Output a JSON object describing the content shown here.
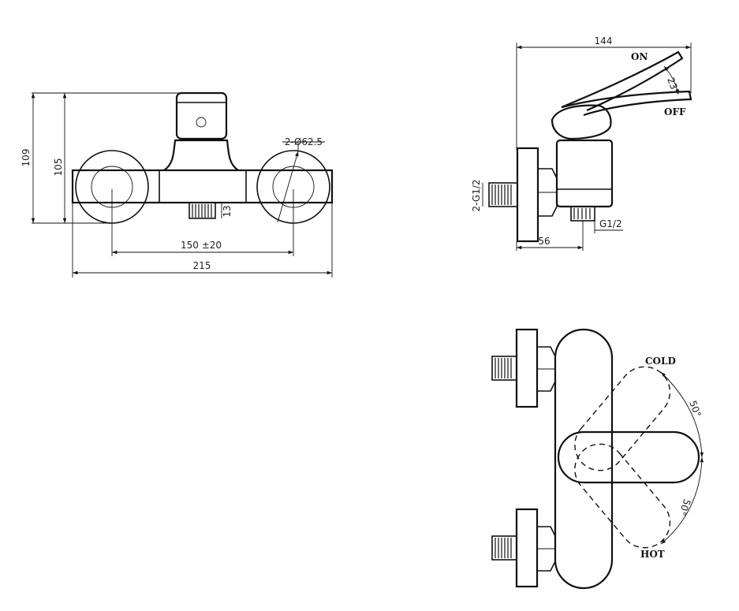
{
  "front_view": {
    "dim_height_total": "109",
    "dim_height_body": "105",
    "dim_outlet": "13",
    "dim_flange": "2-Ø62.5",
    "dim_centers": "150 ±20",
    "dim_width": "215"
  },
  "side_view": {
    "dim_depth": "144",
    "dim_inlet_thread": "2-G1/2",
    "dim_outlet_thread": "G1/2",
    "dim_wall_offset": "56",
    "angle_lever": "23°",
    "label_on": "ON",
    "label_off": "OFF"
  },
  "top_view": {
    "label_cold": "COLD",
    "label_hot": "HOT",
    "angle_cold": "50°",
    "angle_hot": "50°"
  }
}
